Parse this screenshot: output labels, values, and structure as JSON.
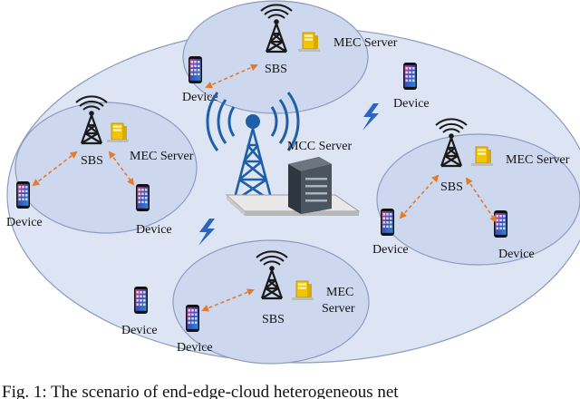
{
  "labels": {
    "sbs": "SBS",
    "device": "Device",
    "mec_server": "MEC Server",
    "mec": "MEC",
    "server": "Server",
    "mcc_server": "MCC Server"
  },
  "caption": "Fig. 1: The scenario of end-edge-cloud heterogeneous net",
  "colors": {
    "cloud_ellipse": "#dde5f4",
    "cell_ellipse": "#cdd8ee",
    "ellipse_stroke": "#8d9bc0",
    "tower": "#1f5fa8",
    "sbs_tower": "#1a1a1a",
    "server": "#f5c400",
    "link_arrow": "#e07b2f",
    "lightning": "#2c64c4"
  },
  "icons": [
    "sbs-tower-icon",
    "mec-server-icon",
    "smartphone-icon",
    "mcc-tower-icon",
    "mcc-server-icon",
    "lightning-icon"
  ]
}
